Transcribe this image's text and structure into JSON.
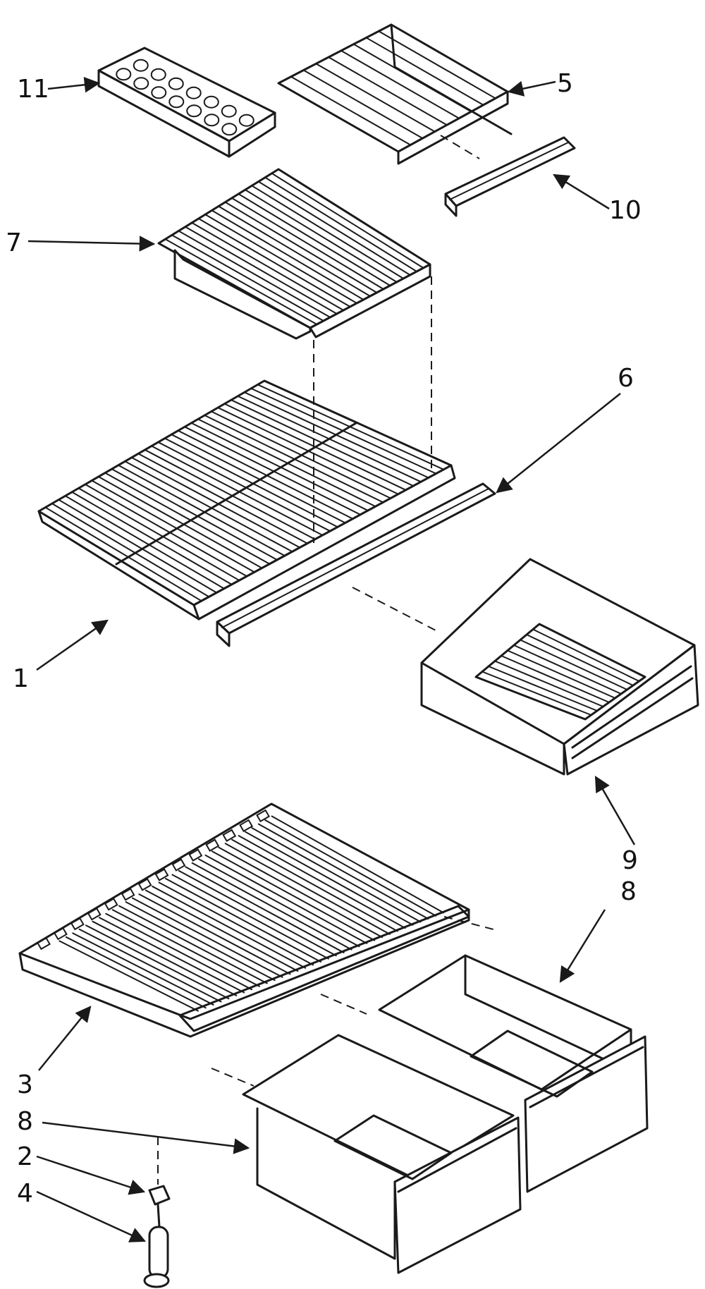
{
  "parts": [
    {
      "id": "part-1",
      "number": "1"
    },
    {
      "id": "part-2",
      "number": "2"
    },
    {
      "id": "part-3",
      "number": "3"
    },
    {
      "id": "part-4",
      "number": "4"
    },
    {
      "id": "part-5",
      "number": "5"
    },
    {
      "id": "part-6",
      "number": "6"
    },
    {
      "id": "part-7",
      "number": "7"
    },
    {
      "id": "part-8a",
      "number": "8"
    },
    {
      "id": "part-8b",
      "number": "8"
    },
    {
      "id": "part-9",
      "number": "9"
    },
    {
      "id": "part-10",
      "number": "10"
    },
    {
      "id": "part-11",
      "number": "11"
    }
  ],
  "colors": {
    "ink": "#1a1a1a",
    "paper": "#ffffff"
  }
}
